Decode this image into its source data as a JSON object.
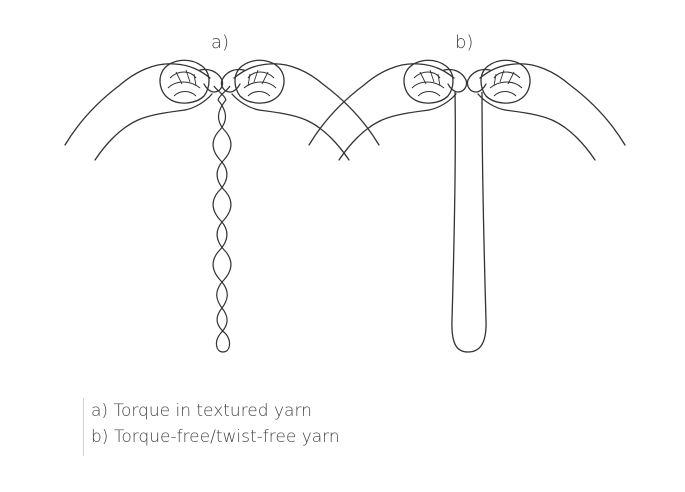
{
  "figure": {
    "panel_a_label": "a)",
    "panel_b_label": "b)"
  },
  "caption": {
    "line_a": "a) Torque in textured yarn",
    "line_b": "b) Torque-free/twist-free yarn"
  },
  "colors": {
    "stroke": "#333333",
    "text": "#444444",
    "rule": "#d6d6d6"
  },
  "icons": {
    "hand": "hand-pinching-yarn-icon"
  }
}
